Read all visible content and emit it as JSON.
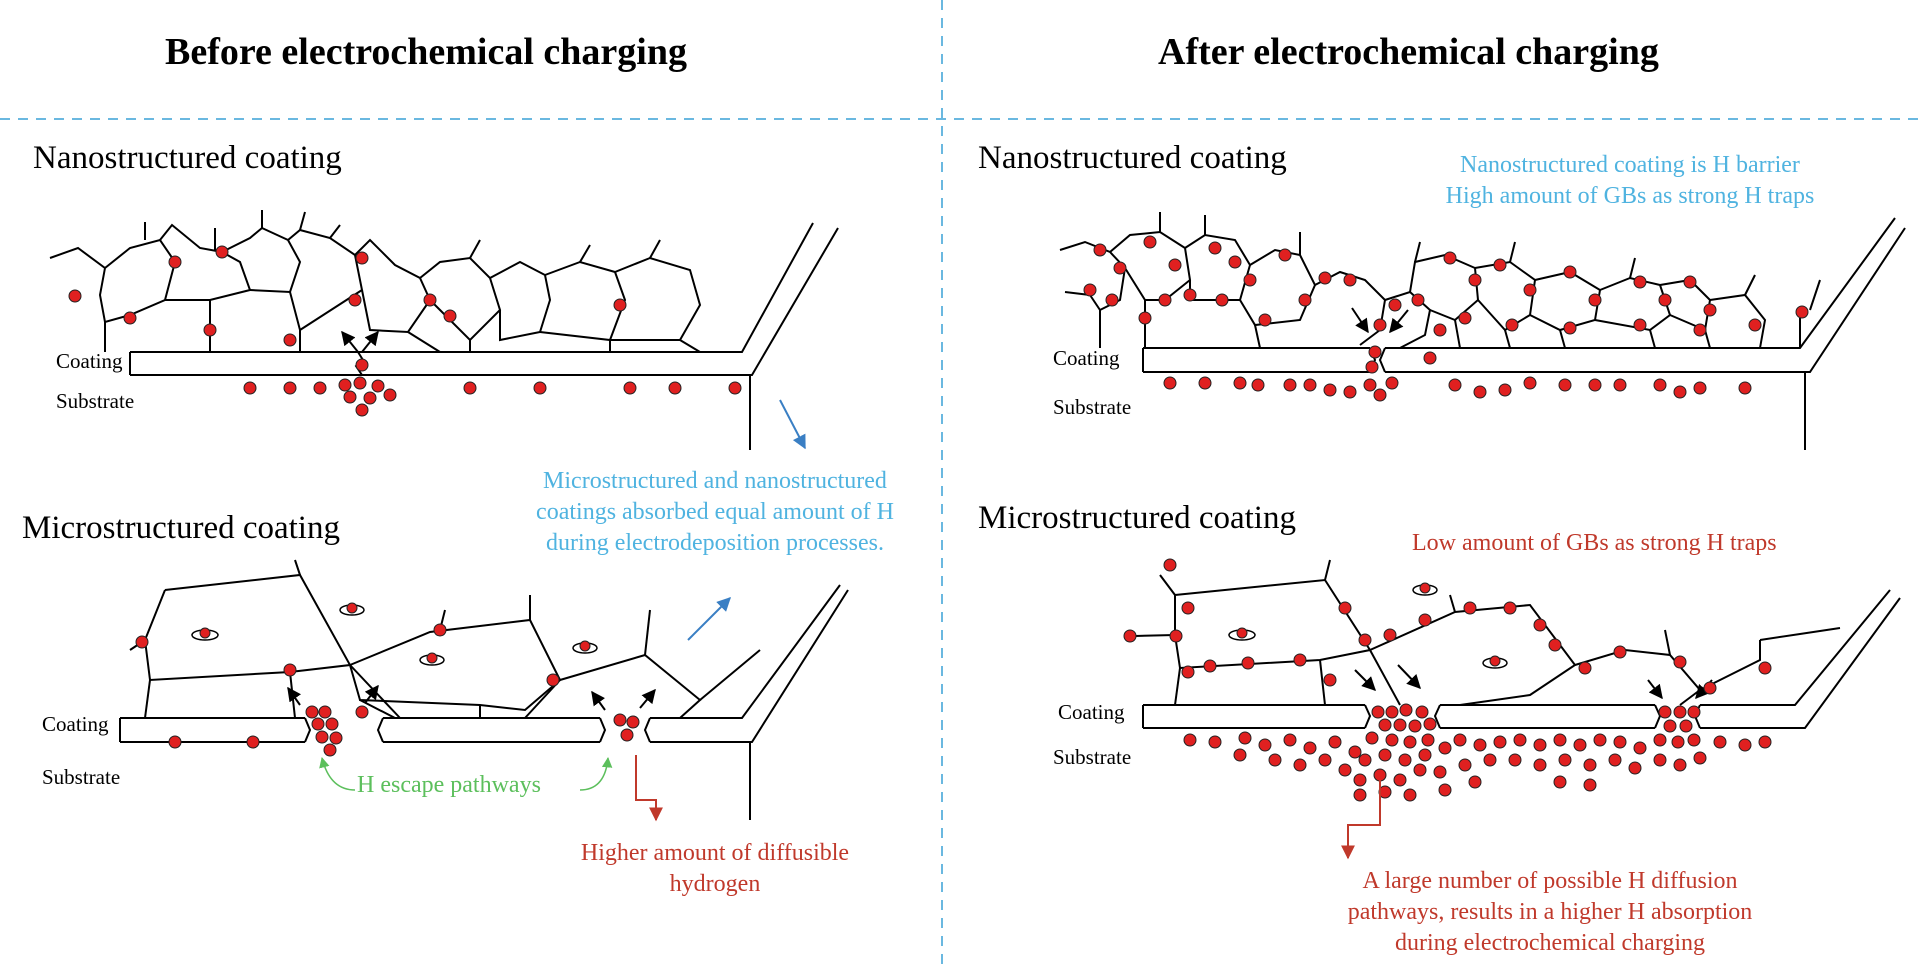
{
  "titles": {
    "before": "Before electrochemical charging",
    "after": "After electrochemical charging"
  },
  "before": {
    "nano_heading": "Nanostructured coating",
    "micro_heading": "Microstructured coating",
    "coating_label": "Coating",
    "substrate_label": "Substrate",
    "absorbed_note": [
      "Microstructured and nanostructured",
      "coatings absorbed equal amount of H",
      "during electrodeposition processes."
    ],
    "escape_note": "H escape pathways",
    "diffusible_note": [
      "Higher amount of diffusible",
      "hydrogen"
    ]
  },
  "after": {
    "nano_heading": "Nanostructured coating",
    "micro_heading": "Microstructured coating",
    "coating_label": "Coating",
    "substrate_label": "Substrate",
    "barrier_note": [
      "Nanostructured coating is H barrier",
      "High amount of GBs as strong H traps"
    ],
    "low_gb_note": "Low amount of GBs as strong H traps",
    "pathways_note": [
      "A large number of possible H diffusion",
      "pathways, results in a higher H absorption",
      "during electrochemical charging"
    ]
  },
  "colors": {
    "divider": "#6ab8e0",
    "hydrogen": "#e02020",
    "blue_text": "#4fb3e0",
    "red_text": "#c0392b",
    "green_text": "#5cbf5c",
    "arrow_blue": "#3a7fc4"
  }
}
